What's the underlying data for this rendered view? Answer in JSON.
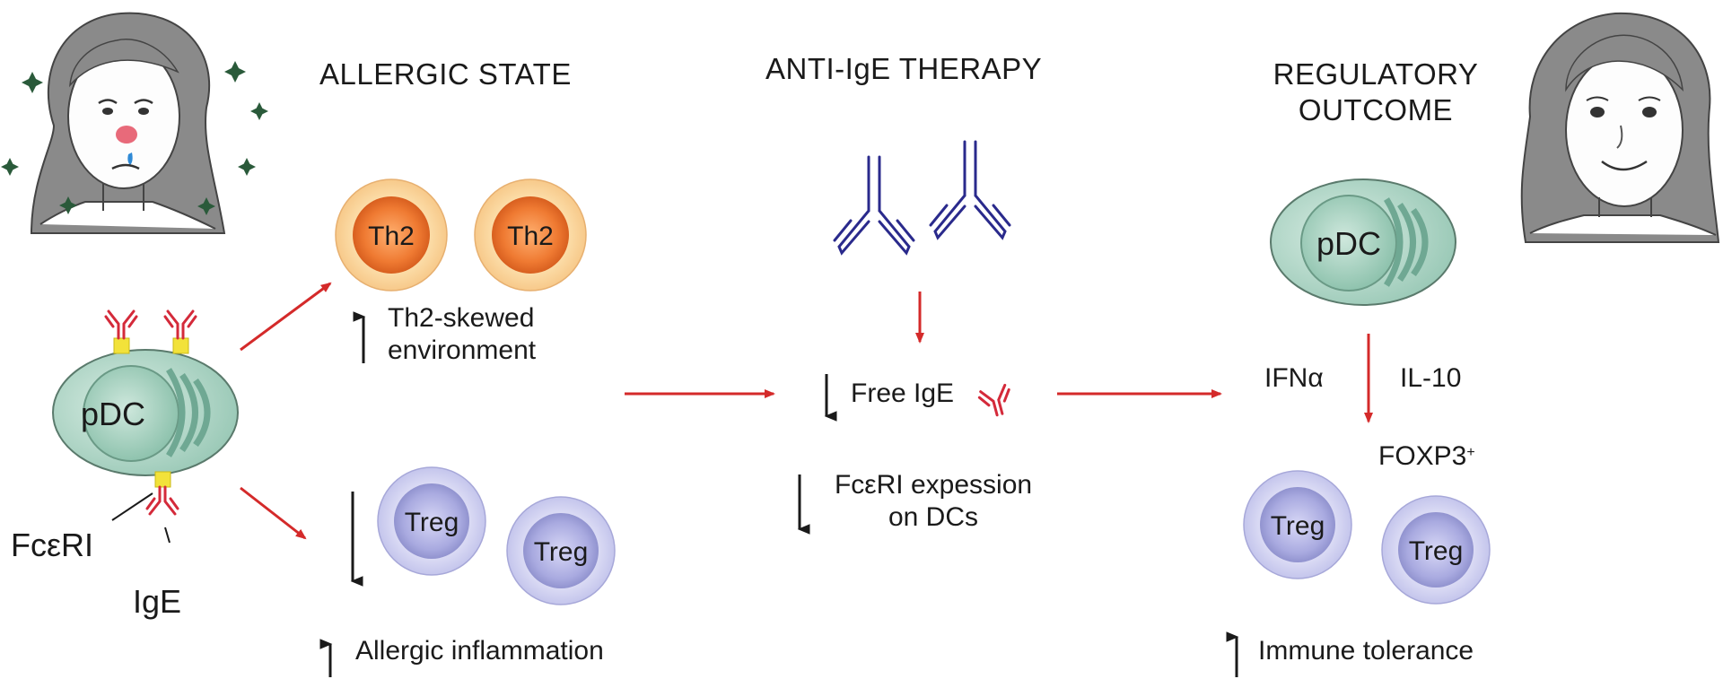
{
  "sections": {
    "allergic_state": "ALLERGIC STATE",
    "anti_ige": "ANTI-IgE THERAPY",
    "regulatory_line1": "REGULATORY",
    "regulatory_line2": "OUTCOME"
  },
  "left": {
    "pdc_label": "pDC",
    "fceri_label": "FcεRI",
    "ige_label": "IgE",
    "th2_label": "Th2",
    "treg_label": "Treg",
    "th2_env_line1": "Th2-skewed",
    "th2_env_line2": "environment",
    "allergic_inflammation": "Allergic inflammation"
  },
  "middle": {
    "free_ige": "Free IgE",
    "fceri_expr_line1": "FcεRI expession",
    "fceri_expr_line2": "on DCs"
  },
  "right": {
    "pdc_label": "pDC",
    "ifna": "IFNα",
    "il10": "IL-10",
    "foxp3": "FOXP3",
    "foxp3_sup": "+",
    "treg_label": "Treg",
    "immune_tolerance": "Immune tolerance"
  },
  "colors": {
    "red_arrow": "#d42a2a",
    "antibody_red": "#d42a3a",
    "antibody_blue": "#2a2a8c",
    "receptor_yellow": "#f2e23a",
    "pdc_fill": "#b9dccf",
    "th2_fill": "#ef7a32",
    "treg_fill": "#b7b8e6",
    "allergen_green": "#2a5a3a"
  }
}
